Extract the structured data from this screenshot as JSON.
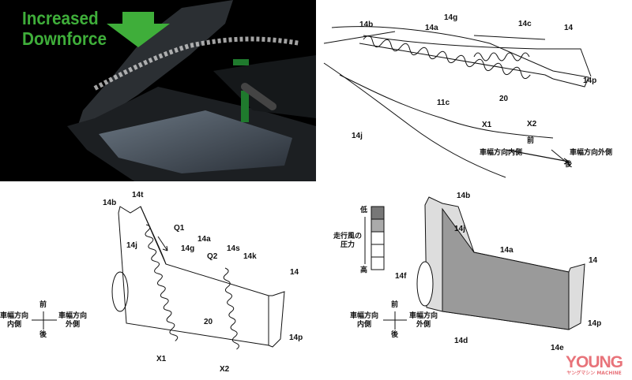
{
  "photo": {
    "headline_line1": "Increased",
    "headline_line2": "Downforce",
    "arrow_color": "#3fae3a"
  },
  "fig_top_right": {
    "labels": {
      "b14": "14b",
      "g14": "14g",
      "a14": "14a",
      "c14": "14c",
      "n14": "14",
      "p14": "14p",
      "n20": "20",
      "c11": "11c",
      "x1": "X1",
      "x2": "X2",
      "j14": "14j"
    },
    "compass": {
      "front": "前",
      "rear": "後",
      "inner": "車幅方向内側",
      "outer": "車幅方向外側"
    }
  },
  "fig_bottom_left": {
    "labels": {
      "b14": "14b",
      "t14": "14t",
      "q1": "Q1",
      "g14": "14g",
      "a14": "14a",
      "q2": "Q2",
      "s14": "14s",
      "k14": "14k",
      "n14": "14",
      "j14": "14j",
      "n20": "20",
      "x1": "X1",
      "x2": "X2",
      "p14": "14p"
    },
    "compass": {
      "front": "前",
      "rear": "後",
      "inner_1": "車幅方向",
      "inner_2": "内側",
      "outer_1": "車幅方向",
      "outer_2": "外側"
    }
  },
  "fig_bottom_right": {
    "labels": {
      "b14": "14b",
      "j14": "14j",
      "a14": "14a",
      "n14": "14",
      "f14": "14f",
      "d14": "14d",
      "p14": "14p",
      "e14": "14e"
    },
    "legend": {
      "low": "低",
      "high": "高",
      "title_1": "走行風の",
      "title_2": "圧力"
    },
    "compass": {
      "front": "前",
      "rear": "後",
      "inner_1": "車幅方向",
      "inner_2": "内側",
      "outer_1": "車幅方向",
      "outer_2": "外側"
    }
  },
  "watermark": {
    "brand": "YOUNG",
    "sub": "ヤングマシン MACHINE",
    "color": "#e8737a"
  }
}
